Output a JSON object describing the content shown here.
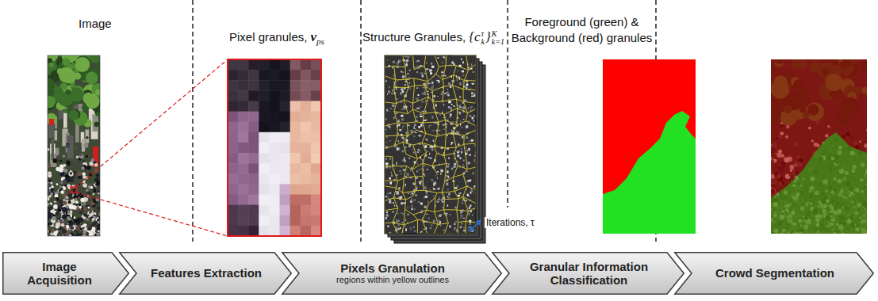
{
  "diagram": {
    "nodes": [
      {
        "text": [
          "Image Acquisition"
        ]
      },
      {
        "text": [
          "Features Extraction"
        ]
      },
      {
        "text": [
          "Pixels Granulation",
          "regions within yellow outlines"
        ]
      },
      {
        "text": [
          "Granular Information Classification"
        ]
      },
      {
        "text": [
          "Crowd Segmentation"
        ]
      }
    ],
    "labels": [
      "Image",
      "Pixel granules,",
      "v",
      "ps",
      "Structure Granules,",
      "{c",
      "τ",
      "k",
      "}",
      "K",
      "k=1",
      "Foreground (green) & Background (red) granules",
      "Iterations, τ"
    ]
  }
}
